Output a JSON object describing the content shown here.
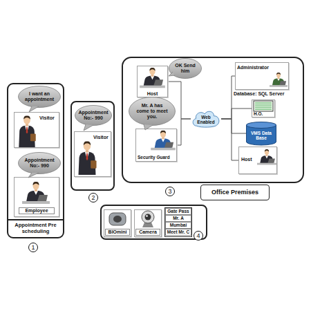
{
  "diagram": {
    "nodes": [
      {
        "text": [
          "1"
        ]
      },
      {
        "text": [
          "I want an appointment"
        ],
        "in": 0
      },
      {
        "text": [
          "Visitor"
        ],
        "in": 0
      },
      {
        "text": [
          "Appointment No:- 990"
        ],
        "in": 0
      },
      {
        "text": [
          "Employee"
        ],
        "in": 0
      },
      {
        "text": [
          "Appointment Pre scheduling"
        ],
        "in": 0
      },
      {
        "text": [
          "2"
        ]
      },
      {
        "text": [
          "Appointment No:- 990"
        ],
        "in": 6
      },
      {
        "text": [
          "Visitor"
        ],
        "in": 6
      },
      {
        "text": [
          "3"
        ]
      },
      {
        "text": [
          "Host"
        ],
        "in": 9
      },
      {
        "text": [
          "OK Send him"
        ],
        "in": 9
      },
      {
        "text": [
          "Administrator"
        ],
        "in": 9
      },
      {
        "text": [
          "H.O."
        ],
        "in": 9
      },
      {
        "text": [
          "VMS Data Base"
        ],
        "in": 9
      },
      {
        "text": [
          "Security Guard"
        ],
        "in": 9
      },
      {
        "text": [
          "Mr. A has come to meet you."
        ],
        "in": 9
      },
      {
        "text": [
          "Web Enabled"
        ],
        "in": 9
      },
      {
        "text": [
          "Host"
        ],
        "in": 9
      },
      {
        "text": [
          "Office Premises"
        ]
      },
      {
        "text": [
          "4"
        ]
      },
      {
        "text": [
          "BIOmini"
        ],
        "in": 20
      },
      {
        "text": [
          "Camera"
        ],
        "in": 20
      },
      {
        "text": [
          "Gate Pass",
          "Mr. A",
          "Mumbai",
          "Meet Mr. C"
        ],
        "in": 20
      }
    ],
    "edges": [
      {
        "from": 10,
        "to": 17,
        "arrow": "none"
      },
      {
        "from": 15,
        "to": 17,
        "arrow": "none"
      },
      {
        "from": 17,
        "to": 12,
        "arrow": "none"
      },
      {
        "from": 17,
        "to": 13,
        "arrow": "none"
      },
      {
        "from": 17,
        "to": 14,
        "arrow": "none"
      },
      {
        "from": 17,
        "to": 18,
        "arrow": "none"
      }
    ],
    "labels": [
      "Database: SQL Server"
    ]
  }
}
